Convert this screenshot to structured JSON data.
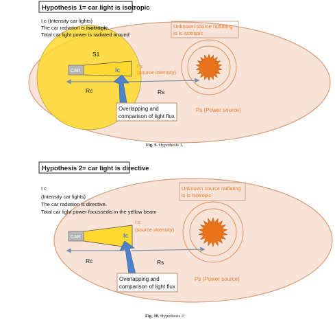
{
  "figure1": {
    "heading": "Hypothesis 1= car light is  isotropic",
    "text_lines": [
      "I c (Intensity car lights)",
      "The car radiation is ",
      "Total car light power is radiated around"
    ],
    "radiation_bold": "isotropic.",
    "unknown_source": [
      "Unknown source radiating",
      "is is Isotropic"
    ],
    "s1_label": "S1",
    "car_label": "CAR",
    "ic_label": "Ic",
    "is_label": [
      "I s",
      "(source intensity)"
    ],
    "rc_label": "Rc",
    "rs_label": "Rs",
    "overlap": [
      "Overlapping and",
      "comparison of  light flux"
    ],
    "ps_label": "Ps (Power source)",
    "caption_bold": "Fig. 9.",
    "caption_text": "Hypothesis 1."
  },
  "figure2": {
    "heading": "Hypothesis 2= car light is  directive",
    "text_lines": [
      "I c",
      "(Intensity car lights)",
      "The car radiation is directive.",
      "Total car light power focussedis in the yellow beam"
    ],
    "unknown_source": [
      "Unknown source radiating",
      "is is Isotropic"
    ],
    "car_label": "CAR",
    "ic_label": "Ic",
    "is_label": [
      "I s",
      "(source intensity)"
    ],
    "rc_label": "Rc",
    "rs_label": "Rs",
    "overlap": [
      "Overlapping and",
      "comparison of  light flux"
    ],
    "ps_label": "Ps (Power source)",
    "caption_bold": "Fig. 10.",
    "caption_text": "Hypothesis 2."
  },
  "colors": {
    "ellipse_fill": "#f7e3d7",
    "ellipse_stroke": "#d89a77",
    "yellow": "#ffd92f",
    "sun": "#e8731a",
    "arrow_blue": "#4f82c9",
    "orange_text": "#ea7a2a",
    "car_box": "#b6b6b6"
  }
}
